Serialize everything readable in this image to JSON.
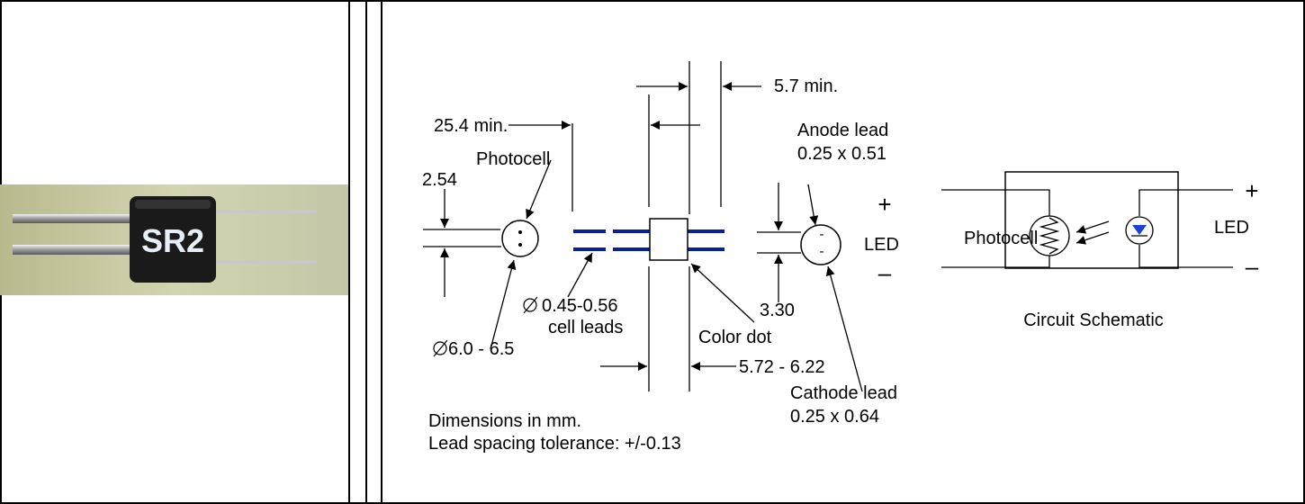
{
  "photo": {
    "part_marking": "SR2"
  },
  "dimension_drawing": {
    "dim_25_4": "25.4 min.",
    "dim_5_7": "5.7 min.",
    "photocell_label": "Photocell",
    "dim_2_54": "2.54",
    "anode_lead_title": "Anode lead",
    "anode_lead_size": "0.25 x 0.51",
    "plus_sign": "+",
    "minus_sign": "–",
    "led_label": "LED",
    "lead_dia_value": "0.45-0.56",
    "lead_dia_caption": "cell leads",
    "dim_3_30": "3.30",
    "color_dot": "Color dot",
    "body_dia": "6.0 - 6.5",
    "dim_5_72": "5.72 - 6.22",
    "cathode_lead_title": "Cathode lead",
    "cathode_lead_size": "0.25 x 0.64",
    "note_units": "Dimensions in mm.",
    "note_tolerance": "Lead spacing tolerance: +/-0.13"
  },
  "schematic": {
    "photocell_label": "Photocell",
    "led_label": "LED",
    "plus_sign": "+",
    "minus_sign": "–",
    "caption": "Circuit Schematic"
  },
  "colors": {
    "lead_blue": "#0b1e9e",
    "led_blue": "#1f3fd9",
    "component_body": "#1a1a1a",
    "photo_background": "#c9caa4"
  }
}
